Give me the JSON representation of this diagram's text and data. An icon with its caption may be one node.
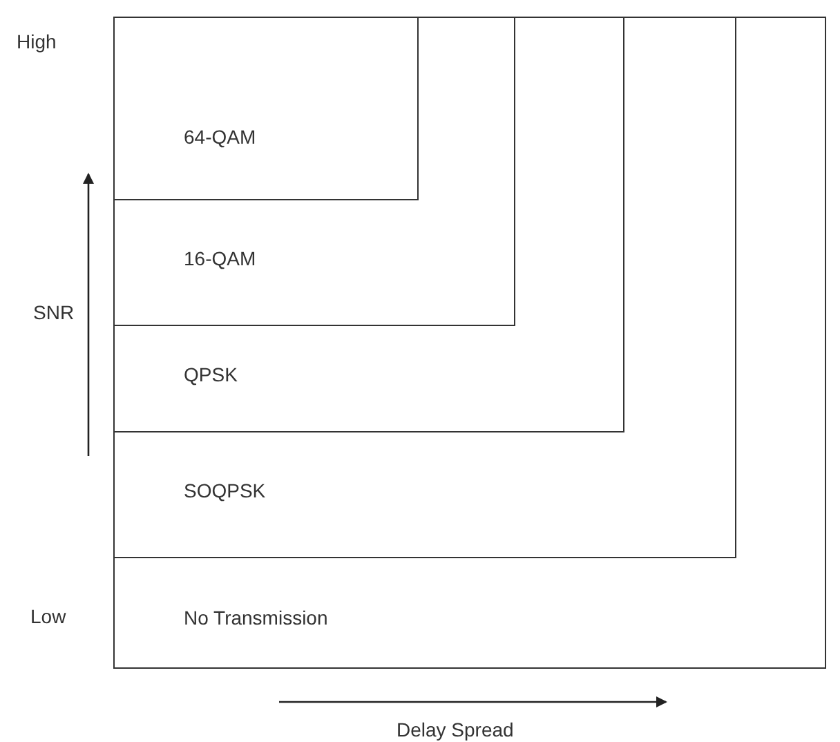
{
  "diagram": {
    "nodes": [
      {
        "text": [
          "No Transmission"
        ]
      },
      {
        "text": [
          "SOQPSK"
        ],
        "in": 0
      },
      {
        "text": [
          "QPSK"
        ],
        "in": 1
      },
      {
        "text": [
          "16-QAM"
        ],
        "in": 2
      },
      {
        "text": [
          "64-QAM"
        ],
        "in": 3
      }
    ],
    "labels": [
      "High",
      "SNR",
      "Low",
      "Delay Spread"
    ]
  }
}
